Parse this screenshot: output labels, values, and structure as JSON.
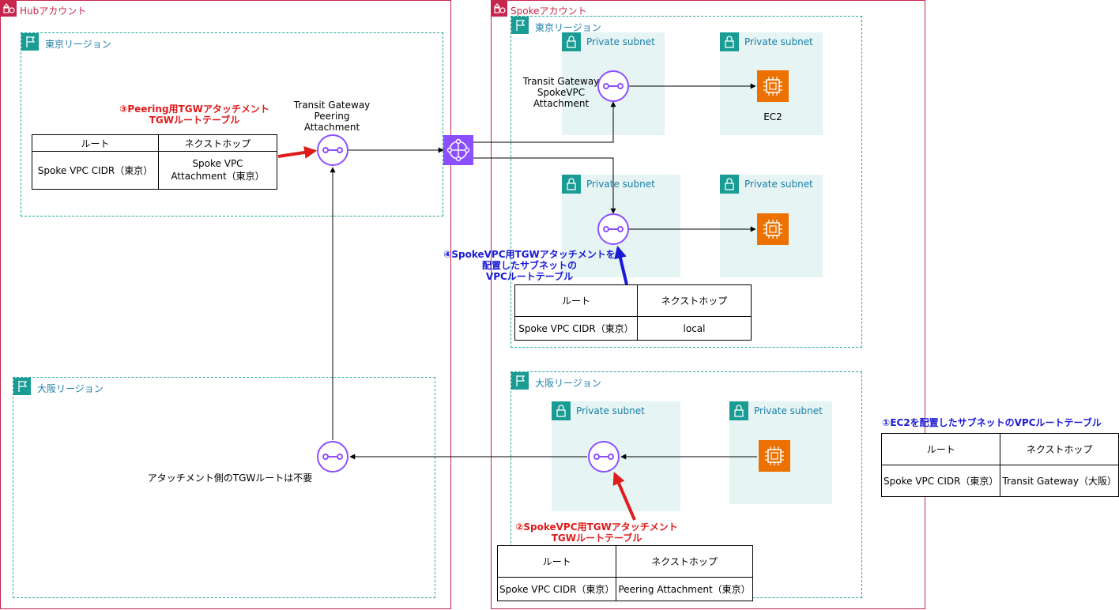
{
  "hub_account": {
    "label": "Hubアカウント"
  },
  "spoke_account": {
    "label": "Spokeアカウント"
  },
  "regions": {
    "hub_tokyo": "東京リージョン",
    "hub_osaka": "大阪リージョン",
    "spoke_tokyo": "東京リージョン",
    "spoke_osaka": "大阪リージョン"
  },
  "subnets": {
    "s1": "Private subnet",
    "s2": "Private subnet",
    "s3": "Private subnet",
    "s4": "Private subnet",
    "s5": "Private subnet",
    "s6": "Private subnet"
  },
  "labels": {
    "tgw_peering": [
      "Transit Gateway",
      "Peering",
      "Attachment"
    ],
    "tgw_spoke_attach": [
      "Transit Gateway",
      "SpokeVPC",
      "Attachment"
    ],
    "ec2": "EC2",
    "no_route_note": "アタッチメント側のTGWルートは不要",
    "note3": [
      "③Peering用TGWアタッチメント",
      "TGWルートテーブル"
    ],
    "note4": [
      "④SpokeVPC用TGWアタッチメントを",
      "配置したサブネットの",
      "VPCルートテーブル"
    ],
    "note2": [
      "②SpokeVPC用TGWアタッチメント",
      "TGWルートテーブル"
    ],
    "note1": "①EC2を配置したサブネットのVPCルートテーブル"
  },
  "tables": {
    "t3": {
      "h1": "ルート",
      "h2": "ネクストホップ",
      "c1": "Spoke VPC CIDR（東京）",
      "c2a": "Spoke VPC",
      "c2b": "Attachment（東京）"
    },
    "t4": {
      "h1": "ルート",
      "h2": "ネクストホップ",
      "c1": "Spoke VPC CIDR（東京）",
      "c2": "local"
    },
    "t2": {
      "h1": "ルート",
      "h2": "ネクストホップ",
      "c1": "Spoke VPC CIDR（東京）",
      "c2": "Peering Attachment（東京）"
    },
    "t1": {
      "h1": "ルート",
      "h2": "ネクストホップ",
      "c1": "Spoke VPC CIDR（東京）",
      "c2": "Transit Gateway（大阪）"
    }
  },
  "colors": {
    "account_border": "#c7254e",
    "region_border": "#26a69a",
    "subnet_fill": "#e6f4f4",
    "tgw_purple": "#8c4fff",
    "ec2_orange": "#ed7100",
    "red": "#e01b1b",
    "blue": "#1a1ad6"
  }
}
